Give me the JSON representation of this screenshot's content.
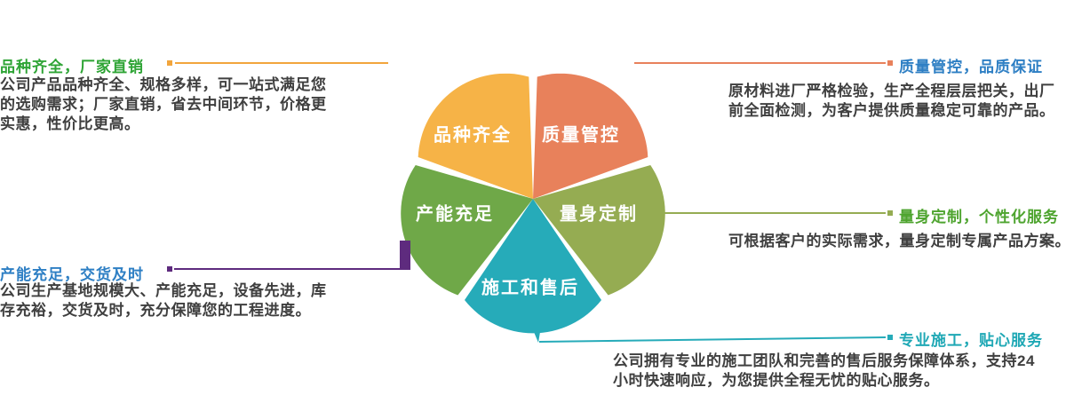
{
  "petals": [
    {
      "label": "品种齐全",
      "color": "#F6B347"
    },
    {
      "label": "质量管控",
      "color": "#E8815B"
    },
    {
      "label": "产能充足",
      "color": "#6FA848"
    },
    {
      "label": "量身定制",
      "color": "#95AC52"
    },
    {
      "label": "施工和售后",
      "color": "#26ABB9"
    }
  ],
  "callouts": [
    {
      "title": "品种齐全，厂家直销",
      "title_color": "#2EA435",
      "line_color": "#F2A53C",
      "body": "公司产品品种齐全、规格多样，可一站式满足您\n的选购需求；厂家直销，省去中间环节，价格更\n实惠，性价比更高。"
    },
    {
      "title": "质量管控，品质保证",
      "title_color": "#2E7FC4",
      "line_color": "#E8815B",
      "body": "原材料进厂严格检验，生产全程层层把关，出厂\n前全面检测，为客户提供质量稳定可靠的产品。"
    },
    {
      "title": "量身定制，个性化服务",
      "title_color": "#4EA42F",
      "line_color": "#95AC52",
      "body": "可根据客户的实际需求，量身定制专属产品方案。"
    },
    {
      "title": "专业施工，贴心服务",
      "title_color": "#1FA8B5",
      "line_color": "#26ABB9",
      "body": "公司拥有专业的施工团队和完善的售后服务保障体系，支持24\n小时快速响应，为您提供全程无忧的贴心服务。"
    },
    {
      "title": "产能充足，交货及时",
      "title_color": "#2E7FC4",
      "line_color": "#5E2B7E",
      "body": "公司生产基地规模大、产能充足，设备先进，库\n存充裕，交货及时，充分保障您的工程进度。"
    }
  ]
}
